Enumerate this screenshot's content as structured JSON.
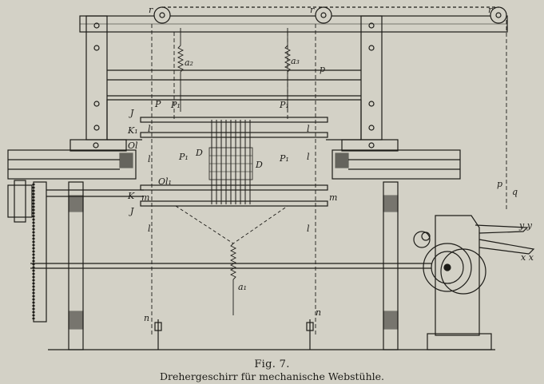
{
  "figure": {
    "caption": "Fig. 7.",
    "subcaption": "Drehergeschirr für mechanische Webstühle.",
    "labels": {
      "r_left": "r",
      "r_mid": "r",
      "r_right": "r",
      "a2": "a₂",
      "a3": "a₃",
      "a1": "a₁",
      "p_right_upper": "p",
      "J_upper": "J",
      "J_lower": "J",
      "P_left": "P",
      "P1_left": "P₁",
      "P1_right": "P₁",
      "K1": "K₁",
      "K": "K",
      "l_1": "l",
      "l_2": "l",
      "l_3": "l",
      "l_4": "l",
      "l_5": "l",
      "l_6": "l",
      "Ol": "Ol",
      "Ol1": "Ol₁",
      "D_left": "D",
      "D_right": "D",
      "p1_a": "P₁",
      "p1_b": "P₁",
      "m_left": "m",
      "m_right": "m",
      "n_left": "n",
      "n_right": "n",
      "p_right": "p",
      "q": "q",
      "yy": "y y",
      "xx": "x x"
    },
    "colors": {
      "paper": "#d3d1c6",
      "ink": "#1d1c18"
    }
  }
}
